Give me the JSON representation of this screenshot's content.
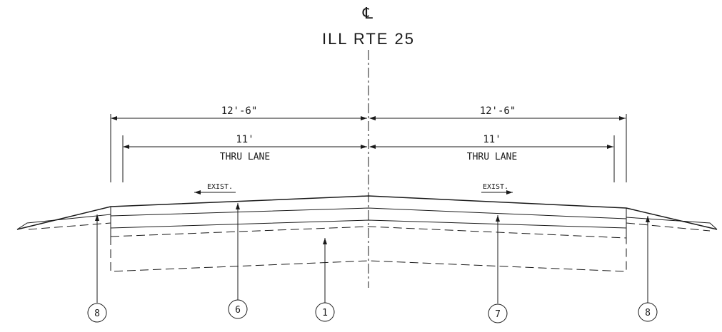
{
  "centerline": {
    "symbol": "℄",
    "route": "ILL RTE 25"
  },
  "dimensions": {
    "left_overall": "12'-6\"",
    "right_overall": "12'-6\"",
    "left_lane_width": "11'",
    "right_lane_width": "11'",
    "left_lane_label": "THRU LANE",
    "right_lane_label": "THRU LANE"
  },
  "slope_notes": {
    "left": "EXIST.",
    "right": "EXIST."
  },
  "callouts": [
    "8",
    "6",
    "1",
    "7",
    "8"
  ]
}
